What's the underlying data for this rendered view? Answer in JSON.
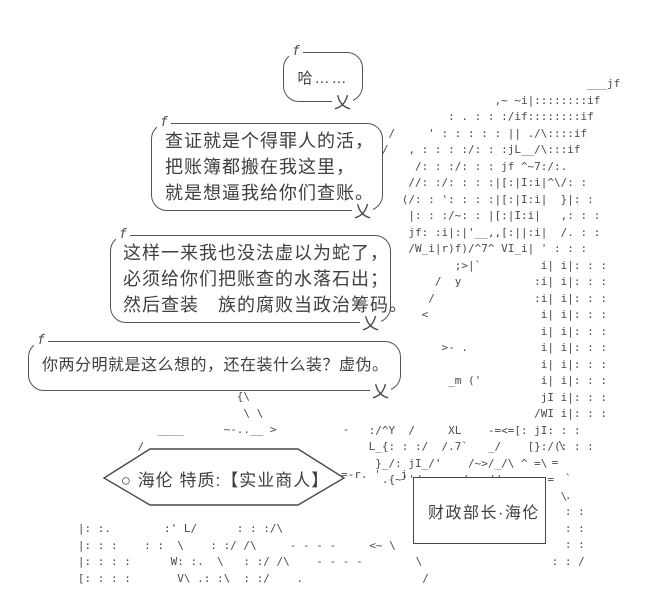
{
  "scene": {
    "colors": {
      "background": "#ffffff",
      "ink": "#3f3f3f",
      "aa_ink": "#4a4a4a"
    },
    "bubbles": [
      {
        "corner": "f",
        "tail": "乂",
        "lines": [
          "哈……"
        ]
      },
      {
        "corner": "f",
        "tail": "乂",
        "lines": [
          "查证就是个得罪人的活，",
          "把账簿都搬在我这里，",
          "就是想逼我给你们查账。"
        ]
      },
      {
        "corner": "f",
        "tail": "乂",
        "lines": [
          "这样一来我也没法虚以为蛇了，",
          "必须给你们把账查的水落石出；",
          "然后查装　族的腐败当政治筹码。"
        ]
      },
      {
        "corner": "f",
        "tail": "乂",
        "lines": [
          "你两分明就是这么想的，还在装什么装？虚伪。"
        ]
      }
    ],
    "trait_label": {
      "text": "○ 海伦 特质:【实业商人】"
    },
    "name_box": {
      "text": "财政部长·海伦"
    },
    "ascii_art": {
      "right_figure": "                                  ___jf\n                    ,~ ~i|::::::::if\n             : . : : :/if::::::::if\n    /     ' : : : : : || ./\\::::if\n   /   , : : : :/: : :jL__/\\:::if\n        /: : :/: : : jf ^~7:/:.\n       //: :/: : : :|[:|I:i|^\\/: :\n      (/: : ': : : :|[:|I:i|  }|: :\n       |: : :/~: : |[:|I:i|   ,: : :\n       jf: :i|:|'__,,[:||:i|  /. : :\n       /W_i|r)f)/^7^ VI_i| ' : : :\n              ;>|`         i| i|: : :\n           /  y           :i| i|: : :\n          /               :i| i|: : :\n         <                 i| i|: : :\n                           i| i|: : :\n            >- .           i| i|: : :\n                           i| i|: : :\n             _m ('         i| i|: : :\n                           jI i|: : :\n                          /WI i|: : :\n :/^Y  /     XL    -=<=[: jI: : :\n L_{: : :/  /.7`   _/    [}:/(: : :\n  }_/: jI_/'    /~>/_/\\ ^ =\\\n   .{~''/      /r_ //-= = = =\n                              \\",
      "left_figure": "                           {\\\n                            \\ \\\n               ____      ~-..__ >          -\n            /\n\n\n\n\n   |: :.        :' L/      : : :/\\\n   |: : :    : :  \\    : :/ /\\     - - - -     <~ \\\n   |: : : :      W: :.  \\   : :/ /\\    - - - -        \\\n   [: : : :       V\\ .: :\\  : :/    .                  /",
      "torso_fragment": "=-r. '   j",
      "dots_fragment": "  \\\n =\n   `\n   .\n   : :\n   : :\n   : :\n : : /"
    }
  }
}
